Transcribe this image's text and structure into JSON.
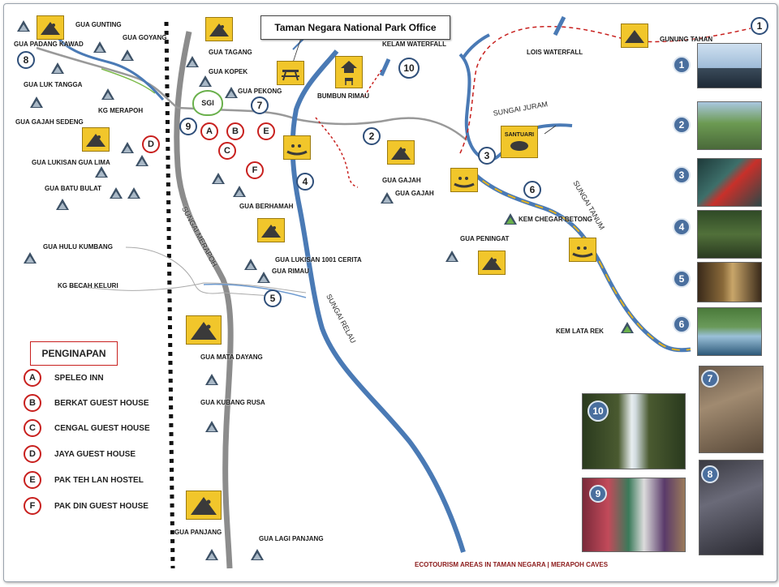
{
  "map": {
    "title": "Taman Negara National Park Office",
    "footer": "ECOTOURISM AREAS IN TAMAN NEGARA | MERAPOH CAVES",
    "legend": {
      "title": "PENGINAPAN",
      "items": [
        {
          "code": "A",
          "name": "SPELEO INN"
        },
        {
          "code": "B",
          "name": "BERKAT GUEST HOUSE"
        },
        {
          "code": "C",
          "name": "CENGAL GUEST HOUSE"
        },
        {
          "code": "D",
          "name": "JAYA GUEST HOUSE"
        },
        {
          "code": "E",
          "name": "PAK TEH LAN HOSTEL"
        },
        {
          "code": "F",
          "name": "PAK DIN GUEST HOUSE"
        }
      ]
    },
    "places": {
      "gua_gunting": "GUA GUNTING",
      "gua_padang_kawad": "GUA PADANG KAWAD",
      "gua_goyang": "GUA GOYANG",
      "gua_luk_tangga": "GUA LUK TANGGA",
      "kg_merapoh": "KG MERAPOH",
      "gua_gajah_sedeng": "GUA GAJAH SEDENG",
      "gua_lukisan_gua_lima": "GUA LUKISAN GUA LIMA",
      "gua_batu_bulat": "GUA BATU BULAT",
      "gua_hulu_kumbang": "GUA HULU KUMBANG",
      "kg_becah_keluri": "KG BECAH KELURI",
      "gua_tagang": "GUA TAGANG",
      "gua_kopek": "GUA KOPEK",
      "gua_pekong": "GUA PEKONG",
      "gua_berhamah": "GUA BERHAMAH",
      "gua_lukisan_1001": "GUA LUKISAN 1001 CERITA",
      "gua_rimau": "GUA RIMAU",
      "gua_mata_dayang": "GUA MATA DAYANG",
      "gua_kubang_rusa": "GUA KUBANG RUSA",
      "gua_panjang": "GUA PANJANG",
      "gua_lagi_panjang": "GUA LAGI PANJANG",
      "bumbun_rimau": "BUMBUN RIMAU",
      "kelam_waterfall": "KELAM WATERFALL",
      "lois_waterfall": "LOIS WATERFALL",
      "gunung_tahan": "GUNUNG TAHAN",
      "gua_gajah_1": "GUA GAJAH",
      "gua_gajah_2": "GUA GAJAH",
      "gua_peningat": "GUA PENINGAT",
      "kem_chegar_betong": "KEM CHEGAR BETONG",
      "kem_lata_rek": "KEM LATA REK",
      "santuari": "SANTUARI",
      "sgi": "SGI"
    },
    "rivers": {
      "sungai_merapoh": "SUNGAI MERAPOH",
      "sungai_relau": "SUNGAI RELAU",
      "sungai_juram": "SUNGAI JURAM",
      "sungai_tanum": "SUNGAI TANUM"
    },
    "numbers": [
      "1",
      "2",
      "3",
      "4",
      "5",
      "6",
      "7",
      "8",
      "9",
      "10"
    ],
    "photo_numbers": [
      "1",
      "2",
      "3",
      "4",
      "5",
      "6",
      "7",
      "8",
      "9",
      "10"
    ],
    "lodging_markers": [
      "A",
      "B",
      "C",
      "D",
      "E",
      "F"
    ],
    "colors": {
      "river": "#4a7ab5",
      "road": "#8a8a8a",
      "trail": "#c8201e",
      "sign": "#f1c62b",
      "boundary": "#111111",
      "boat_route": "#e0b020"
    },
    "icons": [
      "cave-triangle-icon",
      "caving-sign-icon",
      "rafting-sign-icon",
      "picnic-sign-icon",
      "deer-hide-icon",
      "mountain-sign-icon",
      "waterfall-icon",
      "turtle-sanctuary-icon"
    ]
  }
}
